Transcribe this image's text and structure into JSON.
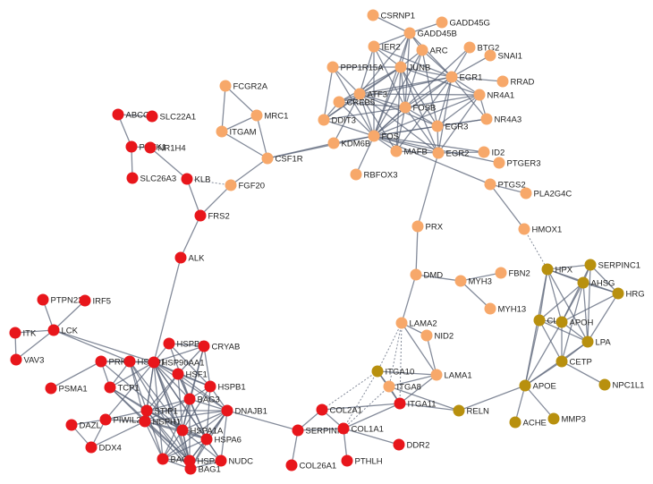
{
  "network": {
    "colors": {
      "red": "#e8161b",
      "orange": "#f7a86a",
      "gold": "#b8900e",
      "edge": "#5b6478"
    },
    "nodes": [
      {
        "id": "CSRNP1",
        "c": "orange"
      },
      {
        "id": "GADD45G",
        "c": "orange"
      },
      {
        "id": "GADD45B",
        "c": "orange"
      },
      {
        "id": "IER2",
        "c": "orange"
      },
      {
        "id": "ARC",
        "c": "orange"
      },
      {
        "id": "BTG2",
        "c": "orange"
      },
      {
        "id": "SNAI1",
        "c": "orange"
      },
      {
        "id": "PPP1R15A",
        "c": "orange"
      },
      {
        "id": "JUNB",
        "c": "orange"
      },
      {
        "id": "EGR1",
        "c": "orange"
      },
      {
        "id": "RRAD",
        "c": "orange"
      },
      {
        "id": "ATF3",
        "c": "orange"
      },
      {
        "id": "NR4A1",
        "c": "orange"
      },
      {
        "id": "CREB5",
        "c": "orange"
      },
      {
        "id": "FOSB",
        "c": "orange"
      },
      {
        "id": "DDIT3",
        "c": "orange"
      },
      {
        "id": "NR4A3",
        "c": "orange"
      },
      {
        "id": "EGR3",
        "c": "orange"
      },
      {
        "id": "FOS",
        "c": "orange"
      },
      {
        "id": "KDM6B",
        "c": "orange"
      },
      {
        "id": "MAFB",
        "c": "orange"
      },
      {
        "id": "EGR2",
        "c": "orange"
      },
      {
        "id": "ID2",
        "c": "orange"
      },
      {
        "id": "PTGER3",
        "c": "orange"
      },
      {
        "id": "RBFOX3",
        "c": "orange"
      },
      {
        "id": "FCGR2A",
        "c": "orange"
      },
      {
        "id": "MRC1",
        "c": "orange"
      },
      {
        "id": "ITGAM",
        "c": "orange"
      },
      {
        "id": "CSF1R",
        "c": "orange"
      },
      {
        "id": "FGF20",
        "c": "orange"
      },
      {
        "id": "PTGS2",
        "c": "orange"
      },
      {
        "id": "PLA2G4C",
        "c": "orange"
      },
      {
        "id": "HMOX1",
        "c": "orange"
      },
      {
        "id": "PRX",
        "c": "orange"
      },
      {
        "id": "DMD",
        "c": "orange"
      },
      {
        "id": "FBN2",
        "c": "orange"
      },
      {
        "id": "MYH3",
        "c": "orange"
      },
      {
        "id": "MYH13",
        "c": "orange"
      },
      {
        "id": "LAMA2",
        "c": "orange"
      },
      {
        "id": "NID2",
        "c": "orange"
      },
      {
        "id": "LAMA1",
        "c": "orange"
      },
      {
        "id": "ITGA8",
        "c": "orange"
      },
      {
        "id": "ABCC2",
        "c": "red"
      },
      {
        "id": "SLC22A1",
        "c": "red"
      },
      {
        "id": "PDZK1",
        "c": "red"
      },
      {
        "id": "NR1H4",
        "c": "red"
      },
      {
        "id": "SLC26A3",
        "c": "red"
      },
      {
        "id": "KLB",
        "c": "red"
      },
      {
        "id": "FRS2",
        "c": "red"
      },
      {
        "id": "ALK",
        "c": "red"
      },
      {
        "id": "PTPN22",
        "c": "red"
      },
      {
        "id": "IRF5",
        "c": "red"
      },
      {
        "id": "LCK",
        "c": "red"
      },
      {
        "id": "ITK",
        "c": "red"
      },
      {
        "id": "VAV3",
        "c": "red"
      },
      {
        "id": "PRKN",
        "c": "red"
      },
      {
        "id": "PSMA1",
        "c": "red"
      },
      {
        "id": "HSPB8",
        "c": "red"
      },
      {
        "id": "CRYAB",
        "c": "red"
      },
      {
        "id": "HSPD1",
        "c": "red"
      },
      {
        "id": "HSP90AA1",
        "c": "red"
      },
      {
        "id": "HSF1",
        "c": "red"
      },
      {
        "id": "TCP1",
        "c": "red"
      },
      {
        "id": "HSPB1",
        "c": "red"
      },
      {
        "id": "BAG3",
        "c": "red"
      },
      {
        "id": "STIP1",
        "c": "red"
      },
      {
        "id": "PIWIL2",
        "c": "red"
      },
      {
        "id": "DAZL",
        "c": "red"
      },
      {
        "id": "HSPH1",
        "c": "red"
      },
      {
        "id": "HSPA1A",
        "c": "red"
      },
      {
        "id": "DNAJB1",
        "c": "red"
      },
      {
        "id": "DDX4",
        "c": "red"
      },
      {
        "id": "HSPA6",
        "c": "red"
      },
      {
        "id": "BAG2",
        "c": "red"
      },
      {
        "id": "HSPA4",
        "c": "red"
      },
      {
        "id": "NUDC",
        "c": "red"
      },
      {
        "id": "BAG1",
        "c": "red"
      },
      {
        "id": "SERPINH1",
        "c": "red"
      },
      {
        "id": "COL2A1",
        "c": "red"
      },
      {
        "id": "COL1A1",
        "c": "red"
      },
      {
        "id": "ITGA11",
        "c": "red"
      },
      {
        "id": "DDR2",
        "c": "red"
      },
      {
        "id": "PTHLH",
        "c": "red"
      },
      {
        "id": "COL26A1",
        "c": "red"
      },
      {
        "id": "ITGA10",
        "c": "gold"
      },
      {
        "id": "RELN",
        "c": "gold"
      },
      {
        "id": "HPX",
        "c": "gold"
      },
      {
        "id": "SERPINC1",
        "c": "gold"
      },
      {
        "id": "AHSG",
        "c": "gold"
      },
      {
        "id": "HRG",
        "c": "gold"
      },
      {
        "id": "CLU",
        "c": "gold"
      },
      {
        "id": "APOH",
        "c": "gold"
      },
      {
        "id": "LPA",
        "c": "gold"
      },
      {
        "id": "CETP",
        "c": "gold"
      },
      {
        "id": "APOE",
        "c": "gold"
      },
      {
        "id": "NPC1L1",
        "c": "gold"
      },
      {
        "id": "ACHE",
        "c": "gold"
      },
      {
        "id": "MMP3",
        "c": "gold"
      }
    ],
    "edges": [
      [
        "CSRNP1",
        "GADD45B"
      ],
      [
        "GADD45G",
        "GADD45B"
      ],
      [
        "GADD45B",
        "IER2"
      ],
      [
        "GADD45B",
        "JUNB"
      ],
      [
        "GADD45B",
        "ARC"
      ],
      [
        "GADD45B",
        "EGR1"
      ],
      [
        "GADD45B",
        "ATF3"
      ],
      [
        "GADD45B",
        "FOS"
      ],
      [
        "GADD45B",
        "FOSB"
      ],
      [
        "IER2",
        "JUNB"
      ],
      [
        "IER2",
        "FOS"
      ],
      [
        "IER2",
        "EGR1"
      ],
      [
        "IER2",
        "FOSB"
      ],
      [
        "IER2",
        "ATF3"
      ],
      [
        "ARC",
        "EGR1"
      ],
      [
        "ARC",
        "FOS"
      ],
      [
        "ARC",
        "JUNB"
      ],
      [
        "ARC",
        "EGR3"
      ],
      [
        "ARC",
        "FOSB"
      ],
      [
        "BTG2",
        "EGR1"
      ],
      [
        "BTG2",
        "FOS"
      ],
      [
        "SNAI1",
        "EGR1"
      ],
      [
        "RRAD",
        "EGR1"
      ],
      [
        "PPP1R15A",
        "ATF3"
      ],
      [
        "PPP1R15A",
        "FOS"
      ],
      [
        "PPP1R15A",
        "JUNB"
      ],
      [
        "PPP1R15A",
        "DDIT3"
      ],
      [
        "JUNB",
        "FOS"
      ],
      [
        "JUNB",
        "FOSB"
      ],
      [
        "JUNB",
        "ATF3"
      ],
      [
        "JUNB",
        "EGR1"
      ],
      [
        "JUNB",
        "CREB5"
      ],
      [
        "JUNB",
        "EGR3"
      ],
      [
        "JUNB",
        "EGR2"
      ],
      [
        "JUNB",
        "NR4A1"
      ],
      [
        "JUNB",
        "DDIT3"
      ],
      [
        "JUNB",
        "MAFB"
      ],
      [
        "EGR1",
        "FOS"
      ],
      [
        "EGR1",
        "FOSB"
      ],
      [
        "EGR1",
        "NR4A1"
      ],
      [
        "EGR1",
        "EGR3"
      ],
      [
        "EGR1",
        "EGR2"
      ],
      [
        "EGR1",
        "ATF3"
      ],
      [
        "EGR1",
        "NR4A3"
      ],
      [
        "EGR1",
        "CREB5"
      ],
      [
        "EGR1",
        "MAFB"
      ],
      [
        "ATF3",
        "FOS"
      ],
      [
        "ATF3",
        "FOSB"
      ],
      [
        "ATF3",
        "CREB5"
      ],
      [
        "ATF3",
        "DDIT3"
      ],
      [
        "ATF3",
        "EGR2"
      ],
      [
        "ATF3",
        "EGR3"
      ],
      [
        "ATF3",
        "NR4A1"
      ],
      [
        "ATF3",
        "KDM6B"
      ],
      [
        "ATF3",
        "MAFB"
      ],
      [
        "NR4A1",
        "FOS"
      ],
      [
        "NR4A1",
        "FOSB"
      ],
      [
        "NR4A1",
        "NR4A3"
      ],
      [
        "NR4A1",
        "EGR3"
      ],
      [
        "NR4A1",
        "EGR2"
      ],
      [
        "CREB5",
        "FOS"
      ],
      [
        "CREB5",
        "FOSB"
      ],
      [
        "CREB5",
        "DDIT3"
      ],
      [
        "FOSB",
        "FOS"
      ],
      [
        "FOSB",
        "EGR3"
      ],
      [
        "FOSB",
        "EGR2"
      ],
      [
        "FOSB",
        "MAFB"
      ],
      [
        "FOSB",
        "DDIT3"
      ],
      [
        "DDIT3",
        "FOS"
      ],
      [
        "NR4A3",
        "FOS"
      ],
      [
        "NR4A3",
        "EGR3"
      ],
      [
        "EGR3",
        "FOS"
      ],
      [
        "EGR3",
        "EGR2"
      ],
      [
        "FOS",
        "KDM6B"
      ],
      [
        "FOS",
        "MAFB"
      ],
      [
        "FOS",
        "EGR2"
      ],
      [
        "FOS",
        "RBFOX3"
      ],
      [
        "FOS",
        "CSF1R"
      ],
      [
        "FOS",
        "ID2"
      ],
      [
        "FOS",
        "PTGER3"
      ],
      [
        "EGR2",
        "ID2"
      ],
      [
        "MAFB",
        "EGR2"
      ],
      [
        "FOS",
        "PTGS2"
      ],
      [
        "EGR2",
        "PRX"
      ],
      [
        "FCGR2A",
        "MRC1"
      ],
      [
        "FCGR2A",
        "ITGAM"
      ],
      [
        "MRC1",
        "ITGAM"
      ],
      [
        "MRC1",
        "CSF1R"
      ],
      [
        "ITGAM",
        "CSF1R"
      ],
      [
        "CSF1R",
        "FGF20"
      ],
      [
        "CSF1R",
        "KDM6B"
      ],
      [
        "PTGS2",
        "PLA2G4C"
      ],
      [
        "PTGS2",
        "HMOX1"
      ],
      [
        "HMOX1",
        "HPX",
        "dashed"
      ],
      [
        "PRX",
        "DMD"
      ],
      [
        "DMD",
        "MYH3"
      ],
      [
        "DMD",
        "LAMA2"
      ],
      [
        "MYH3",
        "FBN2"
      ],
      [
        "MYH3",
        "MYH13"
      ],
      [
        "LAMA2",
        "NID2"
      ],
      [
        "LAMA2",
        "LAMA1"
      ],
      [
        "LAMA2",
        "ITGA8",
        "dashed"
      ],
      [
        "LAMA2",
        "ITGA10",
        "dashed"
      ],
      [
        "LAMA2",
        "ITGA11",
        "dashed"
      ],
      [
        "NID2",
        "LAMA1"
      ],
      [
        "LAMA1",
        "ITGA10"
      ],
      [
        "LAMA1",
        "ITGA8"
      ],
      [
        "LAMA1",
        "ITGA11"
      ],
      [
        "ITGA10",
        "ITGA8"
      ],
      [
        "ITGA10",
        "COL2A1",
        "dashed"
      ],
      [
        "ITGA10",
        "COL1A1",
        "dashed"
      ],
      [
        "ITGA8",
        "COL1A1",
        "dashed"
      ],
      [
        "ITGA8",
        "RELN"
      ],
      [
        "ITGA11",
        "COL1A1"
      ],
      [
        "ITGA11",
        "RELN"
      ],
      [
        "ITGA10",
        "ITGA11"
      ],
      [
        "ITGA8",
        "ITGA11"
      ],
      [
        "COL2A1",
        "COL1A1"
      ],
      [
        "COL2A1",
        "SERPINH1"
      ],
      [
        "COL1A1",
        "SERPINH1"
      ],
      [
        "COL1A1",
        "DDR2"
      ],
      [
        "COL1A1",
        "PTHLH"
      ],
      [
        "COL2A1",
        "ITGA11"
      ],
      [
        "SERPINH1",
        "COL26A1"
      ],
      [
        "SERPINH1",
        "DNAJB1"
      ],
      [
        "RELN",
        "APOE"
      ],
      [
        "ABCC2",
        "SLC22A1"
      ],
      [
        "ABCC2",
        "PDZK1"
      ],
      [
        "PDZK1",
        "NR1H4"
      ],
      [
        "PDZK1",
        "SLC26A3"
      ],
      [
        "NR1H4",
        "KLB"
      ],
      [
        "KLB",
        "FRS2"
      ],
      [
        "KLB",
        "FGF20",
        "dashed"
      ],
      [
        "FGF20",
        "FRS2"
      ],
      [
        "FRS2",
        "ALK"
      ],
      [
        "ALK",
        "HSP90AA1"
      ],
      [
        "PTPN22",
        "LCK"
      ],
      [
        "IRF5",
        "LCK"
      ],
      [
        "LCK",
        "ITK"
      ],
      [
        "LCK",
        "VAV3"
      ],
      [
        "ITK",
        "VAV3"
      ],
      [
        "LCK",
        "HSPD1"
      ],
      [
        "LCK",
        "HSP90AA1"
      ],
      [
        "PRKN",
        "HSPD1"
      ],
      [
        "PRKN",
        "PSMA1"
      ],
      [
        "PRKN",
        "HSP90AA1"
      ],
      [
        "PRKN",
        "TCP1"
      ],
      [
        "PRKN",
        "HSPA1A"
      ],
      [
        "HSPB8",
        "HSP90AA1"
      ],
      [
        "HSPB8",
        "CRYAB"
      ],
      [
        "HSPB8",
        "BAG3"
      ],
      [
        "HSPB8",
        "HSPB1"
      ],
      [
        "CRYAB",
        "HSP90AA1"
      ],
      [
        "CRYAB",
        "HSPB1"
      ],
      [
        "CRYAB",
        "BAG3"
      ],
      [
        "CRYAB",
        "HSF1"
      ],
      [
        "CRYAB",
        "HSPA1A"
      ],
      [
        "HSPD1",
        "HSP90AA1"
      ],
      [
        "HSPD1",
        "TCP1"
      ],
      [
        "HSPD1",
        "HSPA1A"
      ],
      [
        "HSPD1",
        "STIP1"
      ],
      [
        "HSPD1",
        "HSPH1"
      ],
      [
        "HSPD1",
        "HSPA4"
      ],
      [
        "HSP90AA1",
        "HSF1"
      ],
      [
        "HSP90AA1",
        "HSPB1"
      ],
      [
        "HSP90AA1",
        "BAG3"
      ],
      [
        "HSP90AA1",
        "STIP1"
      ],
      [
        "HSP90AA1",
        "HSPH1"
      ],
      [
        "HSP90AA1",
        "HSPA1A"
      ],
      [
        "HSP90AA1",
        "HSPA6"
      ],
      [
        "HSP90AA1",
        "BAG2"
      ],
      [
        "HSP90AA1",
        "HSPA4"
      ],
      [
        "HSP90AA1",
        "BAG1"
      ],
      [
        "HSP90AA1",
        "DNAJB1"
      ],
      [
        "HSP90AA1",
        "TCP1"
      ],
      [
        "HSP90AA1",
        "NUDC"
      ],
      [
        "HSF1",
        "HSPB1"
      ],
      [
        "HSF1",
        "BAG3"
      ],
      [
        "HSF1",
        "HSPA1A"
      ],
      [
        "HSF1",
        "HSPA6"
      ],
      [
        "HSF1",
        "DNAJB1"
      ],
      [
        "HSF1",
        "HSPH1"
      ],
      [
        "HSF1",
        "STIP1"
      ],
      [
        "TCP1",
        "STIP1"
      ],
      [
        "TCP1",
        "HSPA1A"
      ],
      [
        "TCP1",
        "HSPH1"
      ],
      [
        "TCP1",
        "HSPA4"
      ],
      [
        "HSPB1",
        "BAG3"
      ],
      [
        "HSPB1",
        "HSPA1A"
      ],
      [
        "HSPB1",
        "DNAJB1"
      ],
      [
        "HSPB1",
        "HSPA6"
      ],
      [
        "BAG3",
        "STIP1"
      ],
      [
        "BAG3",
        "HSPH1"
      ],
      [
        "BAG3",
        "HSPA1A"
      ],
      [
        "BAG3",
        "HSPA6"
      ],
      [
        "BAG3",
        "DNAJB1"
      ],
      [
        "BAG3",
        "BAG2"
      ],
      [
        "BAG3",
        "HSPA4"
      ],
      [
        "STIP1",
        "HSPH1"
      ],
      [
        "STIP1",
        "HSPA1A"
      ],
      [
        "STIP1",
        "HSPA4"
      ],
      [
        "STIP1",
        "BAG2"
      ],
      [
        "STIP1",
        "BAG1"
      ],
      [
        "STIP1",
        "DNAJB1"
      ],
      [
        "STIP1",
        "HSPA6"
      ],
      [
        "PIWIL2",
        "DAZL"
      ],
      [
        "PIWIL2",
        "DDX4"
      ],
      [
        "PIWIL2",
        "STIP1"
      ],
      [
        "PIWIL2",
        "HSPH1"
      ],
      [
        "PIWIL2",
        "HSP90AA1"
      ],
      [
        "DAZL",
        "DDX4"
      ],
      [
        "HSPH1",
        "HSPA1A"
      ],
      [
        "HSPH1",
        "HSPA4"
      ],
      [
        "HSPH1",
        "BAG2"
      ],
      [
        "HSPH1",
        "BAG1"
      ],
      [
        "HSPH1",
        "DNAJB1"
      ],
      [
        "HSPH1",
        "DDX4"
      ],
      [
        "HSPH1",
        "HSPA6"
      ],
      [
        "HSPA1A",
        "DNAJB1"
      ],
      [
        "HSPA1A",
        "HSPA6"
      ],
      [
        "HSPA1A",
        "BAG2"
      ],
      [
        "HSPA1A",
        "HSPA4"
      ],
      [
        "HSPA1A",
        "BAG1"
      ],
      [
        "HSPA1A",
        "NUDC"
      ],
      [
        "DNAJB1",
        "HSPA6"
      ],
      [
        "DNAJB1",
        "HSPA4"
      ],
      [
        "DNAJB1",
        "BAG1"
      ],
      [
        "DNAJB1",
        "NUDC"
      ],
      [
        "DNAJB1",
        "BAG2"
      ],
      [
        "HSPA6",
        "HSPA4"
      ],
      [
        "HSPA6",
        "BAG1"
      ],
      [
        "HSPA6",
        "BAG2"
      ],
      [
        "HSPA6",
        "NUDC"
      ],
      [
        "BAG2",
        "HSPA4"
      ],
      [
        "BAG2",
        "BAG1"
      ],
      [
        "HSPA4",
        "BAG1"
      ],
      [
        "HSPA4",
        "NUDC"
      ],
      [
        "BAG1",
        "NUDC"
      ],
      [
        "HPX",
        "SERPINC1"
      ],
      [
        "HPX",
        "AHSG"
      ],
      [
        "HPX",
        "HRG"
      ],
      [
        "HPX",
        "CLU"
      ],
      [
        "HPX",
        "APOH"
      ],
      [
        "HPX",
        "LPA"
      ],
      [
        "SERPINC1",
        "AHSG"
      ],
      [
        "SERPINC1",
        "HRG"
      ],
      [
        "SERPINC1",
        "APOH"
      ],
      [
        "SERPINC1",
        "LPA"
      ],
      [
        "AHSG",
        "HRG"
      ],
      [
        "AHSG",
        "CLU"
      ],
      [
        "AHSG",
        "APOH"
      ],
      [
        "AHSG",
        "LPA"
      ],
      [
        "AHSG",
        "CETP"
      ],
      [
        "HRG",
        "APOH"
      ],
      [
        "HRG",
        "LPA"
      ],
      [
        "CLU",
        "APOH"
      ],
      [
        "CLU",
        "LPA"
      ],
      [
        "CLU",
        "APOE"
      ],
      [
        "CLU",
        "CETP"
      ],
      [
        "APOH",
        "LPA"
      ],
      [
        "APOH",
        "APOE"
      ],
      [
        "APOH",
        "CETP"
      ],
      [
        "LPA",
        "CETP"
      ],
      [
        "LPA",
        "APOE"
      ],
      [
        "CETP",
        "APOE"
      ],
      [
        "CETP",
        "NPC1L1"
      ],
      [
        "APOE",
        "ACHE"
      ],
      [
        "APOE",
        "MMP3"
      ],
      [
        "APOE",
        "HPX"
      ]
    ]
  }
}
